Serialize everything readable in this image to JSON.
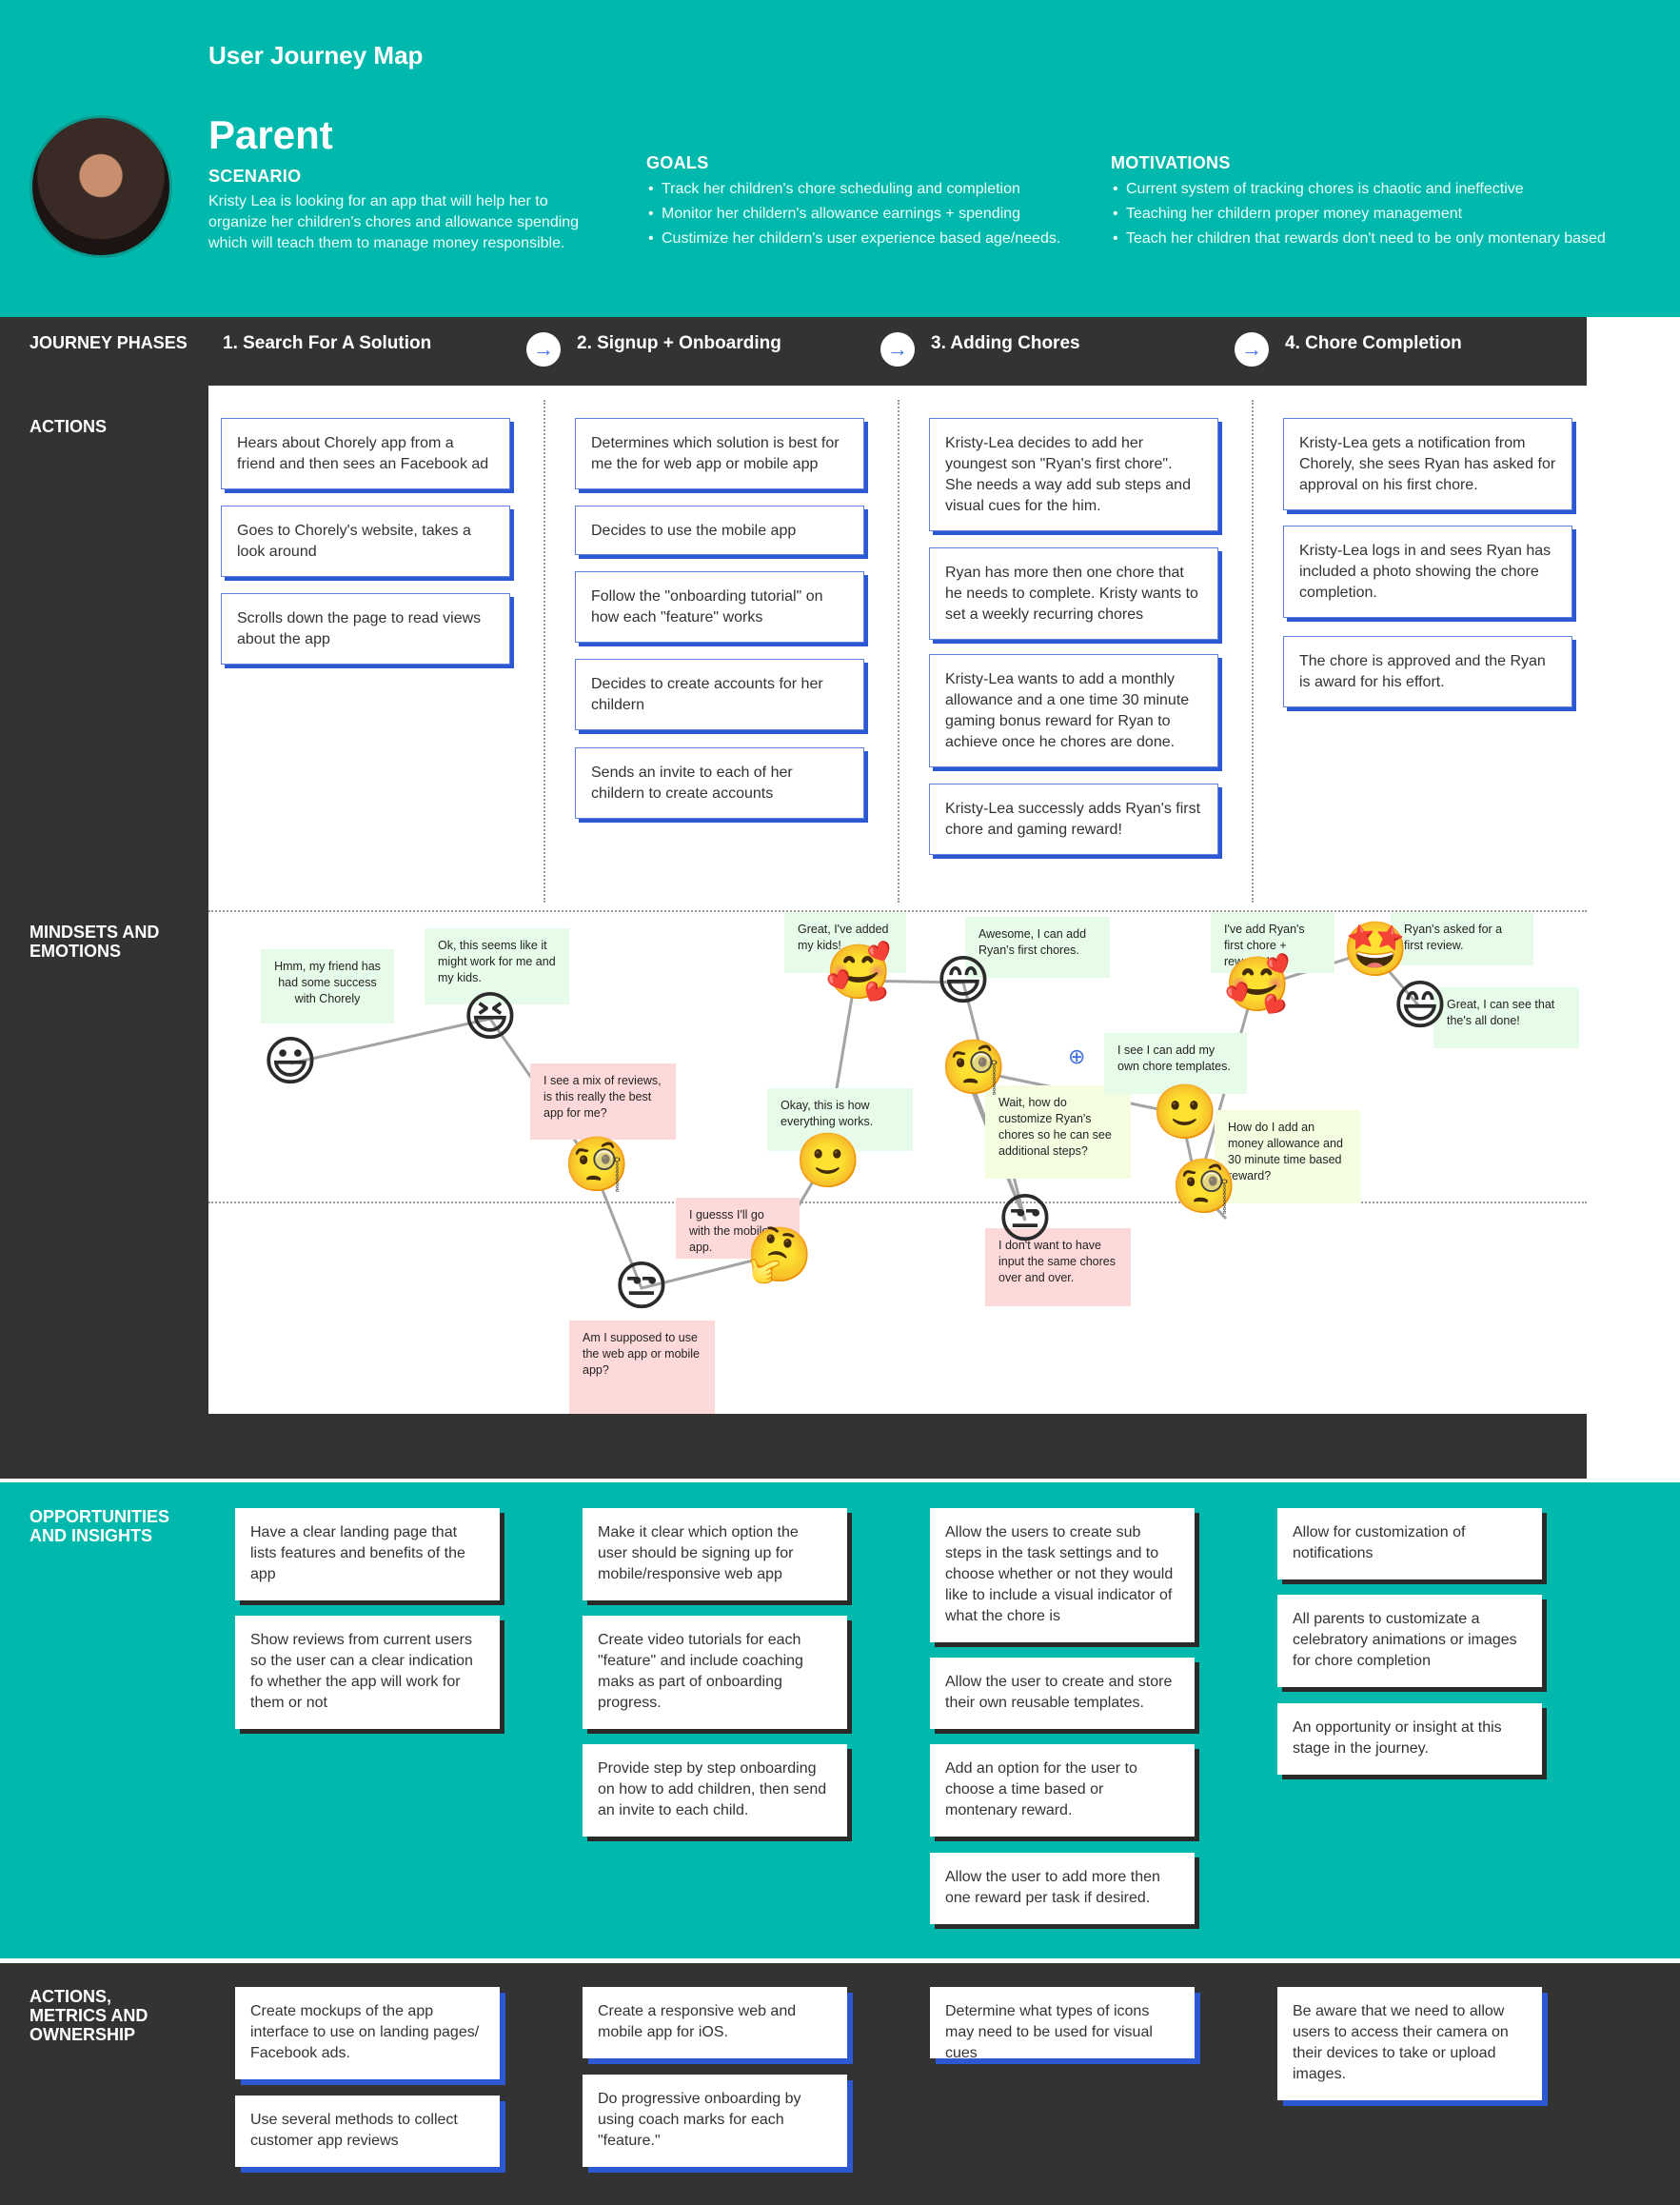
{
  "header": {
    "title": "User Journey Map",
    "persona": "Parent",
    "scenario_label": "SCENARIO",
    "scenario_text": "Kristy Lea  is looking for an app that will help her to organize her children's chores and allowance spending which will teach them to manage money responsible.",
    "goals_label": "GOALS",
    "goals": [
      "Track her children's chore scheduling and completion",
      "Monitor her childern's allowance earnings +  spending",
      "Custimize her childern's  user experience based age/needs."
    ],
    "motivations_label": "MOTIVATIONS",
    "motivations": [
      "Current system of tracking chores is chaotic and ineffective",
      "Teaching her childern proper money management",
      "Teach her children that rewards don't need to be only montenary based"
    ]
  },
  "rows": {
    "phases": "JOURNEY PHASES",
    "actions": "ACTIONS",
    "mindsets": "MINDSETS AND EMOTIONS",
    "opportunities": "OPPORTUNITIES AND INSIGHTS",
    "metrics": "ACTIONS, METRICS AND OWNERSHIP"
  },
  "phases": [
    "1. Search For A Solution",
    "2. Signup + Onboarding",
    "3. Adding Chores",
    "4. Chore Completion"
  ],
  "arrow_glyph": "→",
  "actions": [
    [
      "Hears about Chorely app from a friend and then sees an Facebook ad",
      "Goes to Chorely's website, takes a look around",
      "Scrolls down the page to read views about the app"
    ],
    [
      "Determines which solution is best for me the  for web app or  mobile app",
      "Decides to use the mobile app",
      "Follow the \"onboarding tutorial\" on how each \"feature\" works",
      " Decides to create accounts for her childern",
      "Sends an invite to each of her childern to create accounts"
    ],
    [
      "Kristy-Lea decides to add her youngest son \"Ryan's first chore\".  She needs a way add sub steps and visual cues for the him.",
      " Ryan has more then one chore that he needs to complete. Kristy wants to set a weekly recurring chores",
      " Kristy-Lea  wants to add a monthly allowance and a one time 30 minute gaming bonus reward for Ryan to achieve once he chores are done.",
      "Kristy-Lea successly adds Ryan's first chore and gaming reward!"
    ],
    [
      "Kristy-Lea gets a notification from Chorely, she sees Ryan has asked for approval on his first chore.",
      "Kristy-Lea logs in and sees Ryan has included a photo showing the chore completion.",
      "The chore is approved and the Ryan is award for his effort."
    ]
  ],
  "emotions": {
    "notes": [
      "Hmm, my friend has had some success with Chorely",
      "Ok, this seems like it might work for me and my kids.",
      "I see a mix of reviews, is this really the best app for me?",
      "Am I supposed to use the web app or mobile app?",
      "I guesss I'll go with the  mobile app.",
      "Okay, this is how everything works.",
      "Great, I've added my kids!",
      "Awesome, I can add Ryan's first chores.",
      "Wait, how do customize Ryan's chores so he can see additional steps?",
      "I don't want to have input the same chores over and over.",
      "I see I can add my own chore templates.",
      "How do I add an money allowance and 30 minute time based reward?",
      "I've add Ryan's first chore + rewards!",
      "Ryan's asked for a first review.",
      "Great, I can see that the's all done!"
    ],
    "emojis": [
      "😃",
      "😆",
      "🧐",
      "😒",
      "🤔",
      "🙂",
      "🥰",
      "😄",
      "🧐",
      "😒",
      "🙂",
      "🧐",
      "🥰",
      "🤩",
      "😄"
    ],
    "plus_glyph": "⊕"
  },
  "opportunities": [
    [
      "Have a clear landing page that lists features and benefits of the app",
      "Show reviews from current users so the user can a clear indication fo whether the app will work for them or not"
    ],
    [
      "Make it clear which option the user should be signing up for mobile/responsive web app",
      "Create video tutorials for each \"feature\" and include coaching maks as part of onboarding progress.",
      "Provide step by step onboarding on how to add children, then send an invite to each child."
    ],
    [
      "Allow the users to create sub steps in the task settings and to choose whether or not they would like to include a visual indicator of what the chore is",
      "Allow the user to create and store their own reusable templates.",
      "Add an option for the user to choose a time based or montenary reward.",
      "Allow the user to add more then one reward per task if desired."
    ],
    [
      "Allow for customization of notifications",
      "All parents to customizate a celebratory animations or images for chore completion",
      "An opportunity or insight at this stage in the journey."
    ]
  ],
  "metrics": [
    [
      "Create mockups of the app interface to use on landing pages/ Facebook ads.",
      "Use several methods to collect customer app reviews"
    ],
    [
      "Create a responsive web and mobile app for iOS.",
      "Do progressive onboarding by using coach marks for each \"feature.\""
    ],
    [
      "Determine what types of icons may need to be used for visual cues"
    ],
    [
      "Be aware that we need to allow users to access their camera on their devices to take or upload images."
    ]
  ]
}
